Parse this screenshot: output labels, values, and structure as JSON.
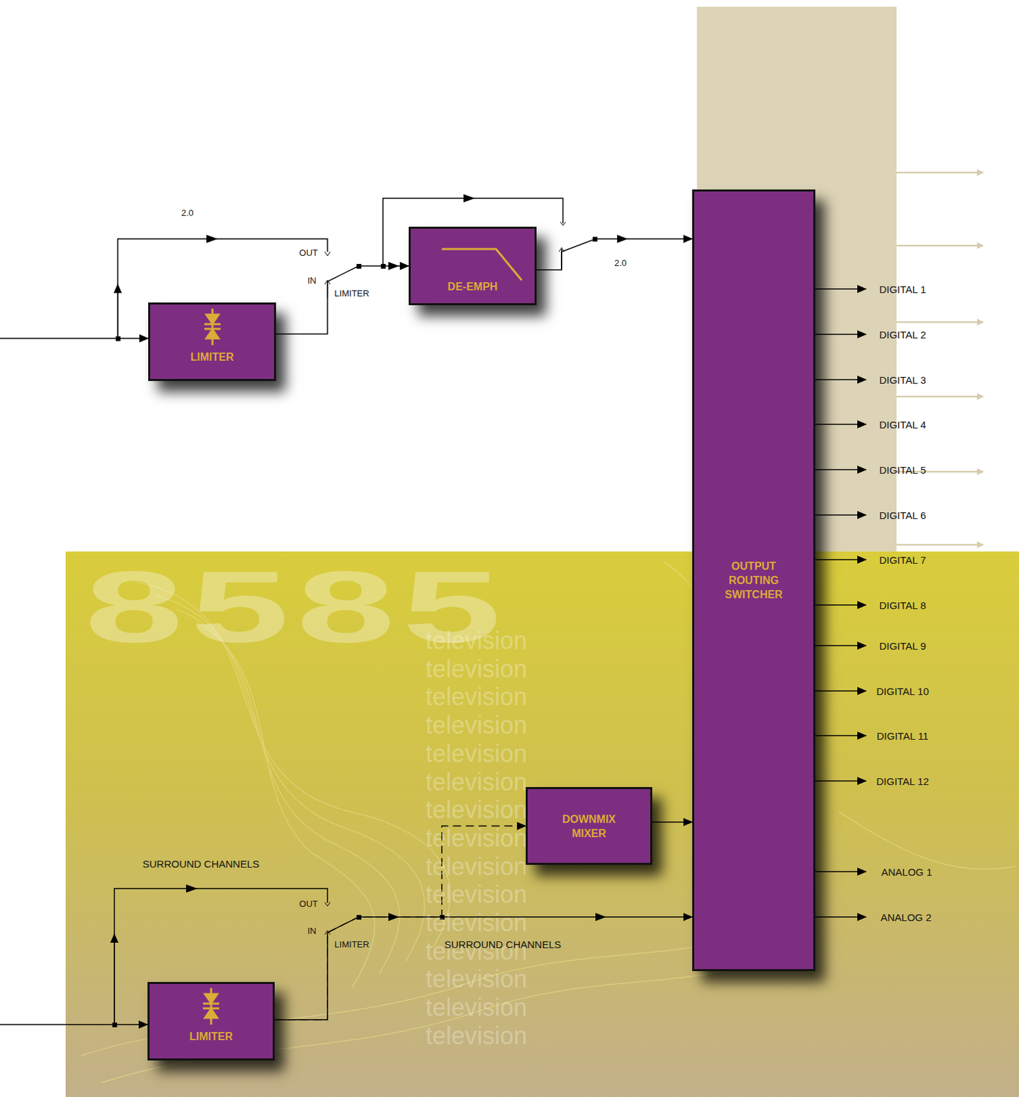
{
  "diagram": {
    "nodes": [
      {
        "text": [
          "LIMITER"
        ]
      },
      {
        "text": [
          "DE-EMPH"
        ]
      },
      {
        "text": [
          "OUTPUT ROUTING SWITCHER"
        ]
      },
      {
        "text": [
          "DOWNMIX MIXER"
        ]
      },
      {
        "text": [
          "LIMITER"
        ]
      }
    ],
    "edges": [
      {
        "from": 0,
        "to": 1,
        "arrow": "to"
      },
      {
        "from": 1,
        "to": 2,
        "arrow": "to"
      },
      {
        "from": 3,
        "to": 2,
        "arrow": "to"
      },
      {
        "from": 4,
        "to": 2,
        "arrow": "to"
      },
      {
        "from": 4,
        "to": 3,
        "arrow": "to"
      }
    ],
    "labels": [
      "2.0",
      "OUT",
      "IN",
      "LIMITER",
      "2.0",
      "SURROUND CHANNELS",
      "OUT",
      "IN",
      "LIMITER",
      "SURROUND CHANNELS",
      "DIGITAL 1",
      "DIGITAL 2",
      "DIGITAL 3",
      "DIGITAL 4",
      "DIGITAL 5",
      "DIGITAL 6",
      "DIGITAL 7",
      "DIGITAL 8",
      "DIGITAL 9",
      "DIGITAL 10",
      "DIGITAL 11",
      "DIGITAL 12",
      "ANALOG 1",
      "ANALOG 2",
      "8585",
      "television",
      "television",
      "television",
      "television",
      "television",
      "television",
      "television",
      "television",
      "television",
      "television",
      "television",
      "television",
      "television",
      "television",
      "television"
    ]
  }
}
